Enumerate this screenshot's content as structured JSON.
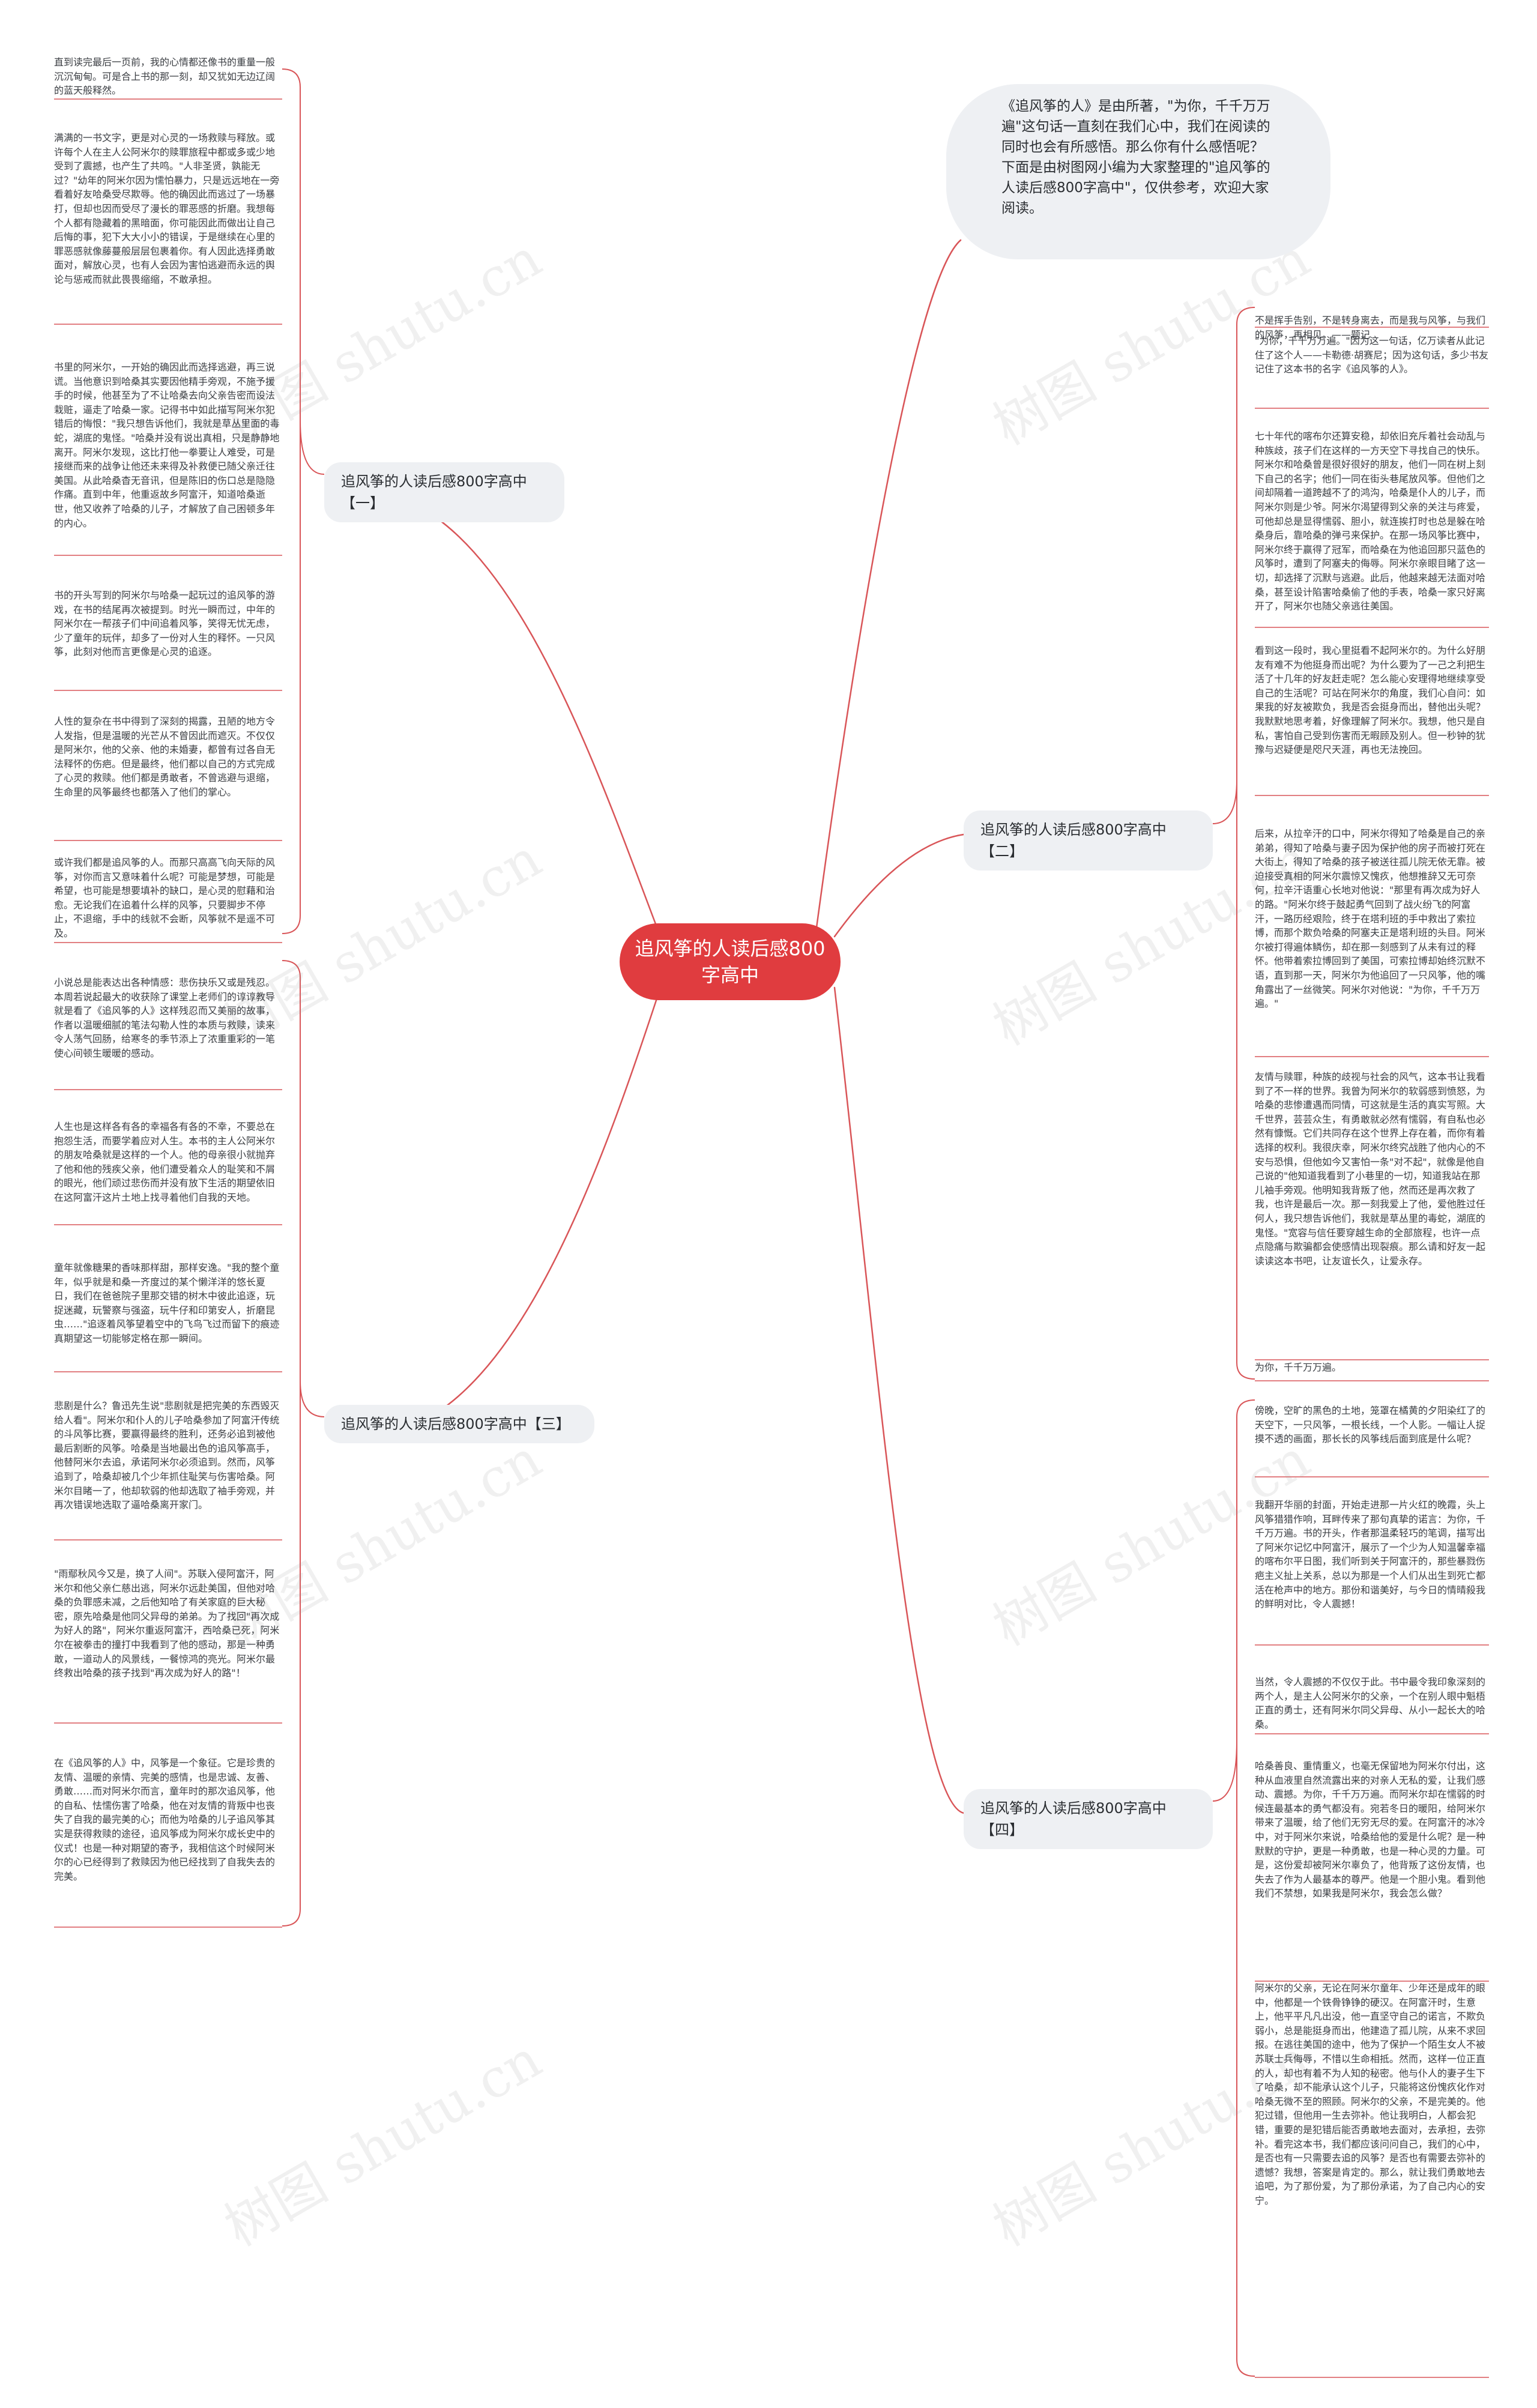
{
  "central": "追风筝的人读后感800字高中",
  "intro": "《追风筝的人》是由所著，\"为你，千千万万遍\"这句话一直刻在我们心中，我们在阅读的同时也会有所感悟。那么你有什么感悟呢？下面是由树图网小编为大家整理的\"追风筝的人读后感800字高中\"，仅供参考，欢迎大家阅读。",
  "branches": [
    {
      "label": "追风筝的人读后感800字高中【一】",
      "leaves": [
        "直到读完最后一页前，我的心情都还像书的重量一般沉沉甸甸。可是合上书的那一刻，却又犹如无边辽阔的蓝天般释然。",
        "满满的一书文字，更是对心灵的一场救赎与释放。或许每个人在主人公阿米尔的赎罪旅程中都或多或少地受到了震撼，也产生了共鸣。\"人非圣贤，孰能无过？\"幼年的阿米尔因为懦怕暴力，只是远远地在一旁看着好友哈桑受尽欺辱。他的确因此而逃过了一场暴打，但却也因而受尽了漫长的罪恶感的折磨。我想每个人都有隐藏着的黑暗面，你可能因此而做出让自己后悔的事，犯下大大小小的错误，于是继续在心里的罪恶感就像藤蔓般层层包裹着你。有人因此选择勇敢面对，解放心灵，也有人会因为害怕逃避而永远的舆论与惩戒而就此畏畏缩缩，不敢承担。",
        "书里的阿米尔，一开始的确因此而选择逃避，再三说谎。当他意识到哈桑其实要因他精手旁观，不施予援手的时候，他甚至为了不让哈桑去向父亲告密而设法栽赃，逼走了哈桑一家。记得书中如此描写阿米尔犯错后的悔恨：\"我只想告诉他们，我就是草丛里面的毒蛇，湖底的鬼怪。\"哈桑并没有说出真相，只是静静地离开。阿米尔发现，这比打他一拳要让人难受，可是接继而来的战争让他还未来得及补救便已随父亲迁往美国。从此哈桑杳无音讯，但是陈旧的伤口总是隐隐作痛。直到中年，他重返故乡阿富汗，知道哈桑逝世，他又收养了哈桑的儿子，才解放了自己困顿多年的内心。",
        "书的开头写到的阿米尔与哈桑一起玩过的追风筝的游戏，在书的结尾再次被提到。时光一瞬而过，中年的阿米尔在一帮孩子们中间追着风筝，笑得无忧无虑，少了童年的玩伴，却多了一份对人生的释怀。一只风筝，此刻对他而言更像是心灵的追逐。",
        "人性的复杂在书中得到了深刻的揭露，丑陋的地方令人发指，但是温暖的光芒从不曾因此而遮灭。不仅仅是阿米尔，他的父亲、他的未婚妻，都曾有过各自无法释怀的伤疤。但是最终，他们都以自己的方式完成了心灵的救赎。他们都是勇敢者，不曾逃避与退缩，生命里的风筝最终也都落入了他们的掌心。",
        "或许我们都是追风筝的人。而那只高高飞向天际的风筝，对你而言又意味着什么呢？可能是梦想，可能是希望，也可能是想要填补的缺口，是心灵的慰藉和治愈。无论我们在追着什么样的风筝，只要脚步不停止，不退缩，手中的线就不会断，风筝就不是遥不可及。"
      ]
    },
    {
      "label": "追风筝的人读后感800字高中【二】",
      "leaves": [
        "不是挥手告别，不是转身离去，而是我与风筝，与我们的风筝，再相见。——题记",
        "\"为你，千千万万遍。\"因为这一句话，亿万读者从此记住了这个人——卡勒德·胡赛尼；因为这句话，多少书友记住了这本书的名字《追风筝的人》。",
        "七十年代的喀布尔还算安稳，却依旧充斥着社会动乱与种族歧，孩子们在这样的一方天空下寻找自己的快乐。阿米尔和哈桑曾是很好很好的朋友，他们一同在树上刻下自己的名字；他们一同在街头巷尾放风筝。但他们之间却隔着一道跨越不了的鸿沟，哈桑是仆人的儿子，而阿米尔则是少爷。阿米尔渴望得到父亲的关注与疼爱，可他却总是显得懦弱、胆小，就连挨打时也总是躲在哈桑身后，靠哈桑的弹弓来保护。在那一场风筝比赛中，阿米尔终于赢得了冠军，而哈桑在为他追回那只蓝色的风筝时，遭到了阿塞夫的侮辱。阿米尔亲眼目睹了这一切，却选择了沉默与逃避。此后，他越来越无法面对哈桑，甚至设计陷害哈桑偷了他的手表，哈桑一家只好离开了，阿米尔也随父亲逃往美国。",
        "看到这一段时，我心里挺看不起阿米尔的。为什么好朋友有难不为他挺身而出呢？为什么要为了一己之利把生活了十几年的好友赶走呢？怎么能心安理得地继续享受自己的生活呢？可站在阿米尔的角度，我们心自问：如果我的好友被欺负，我是否会挺身而出，替他出头呢？我默默地思考着，好像理解了阿米尔。我想，他只是自私，害怕自己受到伤害而无暇顾及别人。但一秒钟的犹豫与迟疑便是咫尺天涯，再也无法挽回。",
        "后来，从拉辛汗的口中，阿米尔得知了哈桑是自己的亲弟弟，得知了哈桑与妻子因为保护他的房子而被打死在大街上，得知了哈桑的孩子被送往孤儿院无依无靠。被迫接受真相的阿米尔震惊又愧疚，他想推辞又无可奈何，拉辛汗语重心长地对他说：\"那里有再次成为好人的路。\"阿米尔终于鼓起勇气回到了战火纷飞的阿富汗，一路历经艰险，终于在塔利班的手中救出了索拉博，而那个欺负哈桑的阿塞夫正是塔利班的头目。阿米尔被打得遍体鳞伤，却在那一刻感到了从未有过的释怀。他带着索拉博回到了美国，可索拉博却始终沉默不语，直到那一天，阿米尔为他追回了一只风筝，他的嘴角露出了一丝微笑。阿米尔对他说：\"为你，千千万万遍。\"",
        "友情与赎罪，种族的歧视与社会的风气，这本书让我看到了不一样的世界。我曾为阿米尔的软弱感到愤怒，为哈桑的悲惨遭遇而同情，可这就是生活的真实写照。大千世界，芸芸众生，有勇敢就必然有懦弱，有自私也必然有慷慨。它们共同存在这个世界上存在着，而你有着选择的权利。我很庆幸，阿米尔终究战胜了他内心的不安与恐惧，但他如今又害怕一条\"对不起\"，就像是他自己说的\"他知道我看到了小巷里的一切，知道我站在那儿袖手旁观。他明知我背叛了他，然而还是再次救了我，也许是最后一次。那一刻我爱上了他，爱他胜过任何人，我只想告诉他们，我就是草丛里的毒蛇，湖底的鬼怪。\"宽容与信任要穿越生命的全部旅程，也许一点点隐痛与欺骗都会使感情出现裂痕。那么请和好友一起读读这本书吧，让友谊长久，让爱永存。",
        "为你，千千万万遍。"
      ]
    },
    {
      "label": "追风筝的人读后感800字高中【三】",
      "leaves": [
        "小说总是能表达出各种情感：悲伤抉乐又或是残忍。本周若说起最大的收获除了课堂上老师们的谆谆教导就是看了《追风筝的人》这样残忍而又美丽的故事，作者以温暖细腻的笔法勾勒人性的本质与救赎，读来令人荡气回肠，给寒冬的季节添上了浓重重彩的一笔使心间顿生暖暖的感动。",
        "人生也是这样各有各的幸福各有各的不幸，不要总在抱怨生活，而要学着应对人生。本书的主人公阿米尔的朋友哈桑就是这样的一个人。他的母亲很小就抛弃了他和他的残疾父亲，他们遭受着众人的耻笑和不屑的眼光，他们顽过悲伤而并没有放下生活的期望依旧在这阿富汗这片土地上找寻着他们自我的天地。",
        "童年就像糖果的香味那样甜，那样安逸。\"我的整个童年，似乎就是和桑一齐度过的某个懒洋洋的悠长夏日，我们在爸爸院子里那交错的树木中彼此追逐，玩捉迷藏，玩警察与强盗，玩牛仔和印第安人，折磨昆虫……\"追逐着风筝望着空中的飞鸟飞过而留下的痕迹真期望这一切能够定格在那一瞬间。",
        "悲剧是什么？鲁迅先生说\"悲剧就是把完美的东西毁灭给人看\"。阿米尔和仆人的儿子哈桑参加了阿富汗传统的斗风筝比赛，要赢得最终的胜利，还务必追到被他最后割断的风筝。哈桑是当地最出色的追风筝高手，他替阿米尔去追，承诺阿米尔必须追到。然而，风筝追到了，哈桑却被几个少年抓住耻笑与伤害哈桑。阿米尔目睹一了，他却软弱的他却选取了袖手旁观，并再次错误地选取了逼哈桑离开家门。",
        "\"雨鄢秋风今又是，换了人间\"。苏联入侵阿富汗，阿米尔和他父亲仁慈出逃，阿米尔远赴美国，但他对哈桑的负罪感未减，之后他知哈了有关家庭的巨大秘密，原先哈桑是他同父异母的弟弟。为了找回\"再次成为好人的路\"，阿米尔重返阿富汗，西哈桑已死，阿米尔在被拳击的撞打中我看到了他的感动，那是一种勇敢，一道动人的风景线，一餐惊鸿的亮光。阿米尔最终救出哈桑的孩子找到\"再次成为好人的路\"！",
        "在《追风筝的人》中，风筝是一个象征。它是珍贵的友情、温暖的亲情、完美的感情，也是忠诚、友善、勇敢……而对阿米尔而言，童年时的那次追风筝，他的自私、怯懦伤害了哈桑，他在对友情的背叛中也丧失了自我的最完美的心；而他为哈桑的儿子追风筝其实是获得救赎的途径，追风筝成为阿米尔成长史中的仪式！也是一种对期望的寄予，我相信这个时候阿米尔的心已经得到了救赎因为他已经找到了自我失去的完美。"
      ]
    },
    {
      "label": "追风筝的人读后感800字高中【四】",
      "leaves": [
        "傍晚，空旷的黑色的土地，笼罩在橘黄的夕阳染红了的天空下，一只风筝，一根长线，一个人影。一幅让人捉摸不透的画面，那长长的风筝线后面到底是什么呢？",
        "我翻开华丽的封面，开始走进那一片火红的晚霞，头上风筝猎猎作响，耳畔传来了那句真挚的诺言：为你，千千万万遍。书的开头，作者那温柔轻巧的笔调，描写出了阿米尔记忆中阿富汗，展示了一个少为人知温馨幸福的喀布尔平日图，我们听到关于阿富汗的，那些暴戮伤疤主义扯上关系，总以为那是一个人们从出生到死亡都活在枪声中的地方。那份和谐美好，与今日的情晴殺我的鲜明对比，令人震撼！",
        "当然，令人震撼的不仅仅于此。书中最令我印象深刻的两个人，是主人公阿米尔的父亲，一个在别人眼中魁梧正直的勇士，还有阿米尔同父异母、从小一起长大的哈桑。",
        "哈桑善良、重情重义，也毫无保留地为阿米尔付出，这种从血液里自然流露出来的对亲人无私的爱，让我们感动、震撼。为你，千千万万遍。而阿米尔却在懦弱的时候连最基本的勇气都没有。宛若冬日的暖阳，给阿米尔带来了温暖，给了他们无穷无尽的爱。在阿富汗的冰冷中，对于阿米尔来说，哈桑给他的爱是什么呢？是一种默默的守护，更是一种勇敢，也是一种心灵的力量。可是，这份爱却被阿米尔辜负了，他背叛了这份友情，也失去了作为人最基本的尊严。他是一个胆小鬼。看到他我们不禁想，如果我是阿米尔，我会怎么做？",
        "阿米尔的父亲，无论在阿米尔童年、少年还是成年的眼中，他都是一个铁骨铮铮的硬汉。在阿富汗时，生意上，他平平凡凡出没，他一直坚守自己的诺言，不欺负弱小，总是能挺身而出，他建造了孤儿院，从来不求回报。在逃往美国的途中，他为了保护一个陌生女人不被苏联士兵侮辱，不惜以生命相抵。然而，这样一位正直的人，却也有着不为人知的秘密。他与仆人的妻子生下了哈桑，却不能承认这个儿子，只能将这份愧疚化作对哈桑无微不至的照顾。阿米尔的父亲，不是完美的。他犯过错，但他用一生去弥补。他让我明白，人都会犯错，重要的是犯错后能否勇敢地去面对，去承担，去弥补。看完这本书，我们都应该问问自己，我们的心中，是否也有一只需要去追的风筝？是否也有需要去弥补的遗憾？我想，答案是肯定的。那么，就让我们勇敢地去追吧，为了那份爱，为了那份承诺，为了自己内心的安宁。"
      ]
    }
  ],
  "watermark": "树图 shutu.cn",
  "colors": {
    "central_fill": "#e03c3f",
    "branch_fill": "#eef0f3",
    "link_stroke": "#d95558"
  }
}
